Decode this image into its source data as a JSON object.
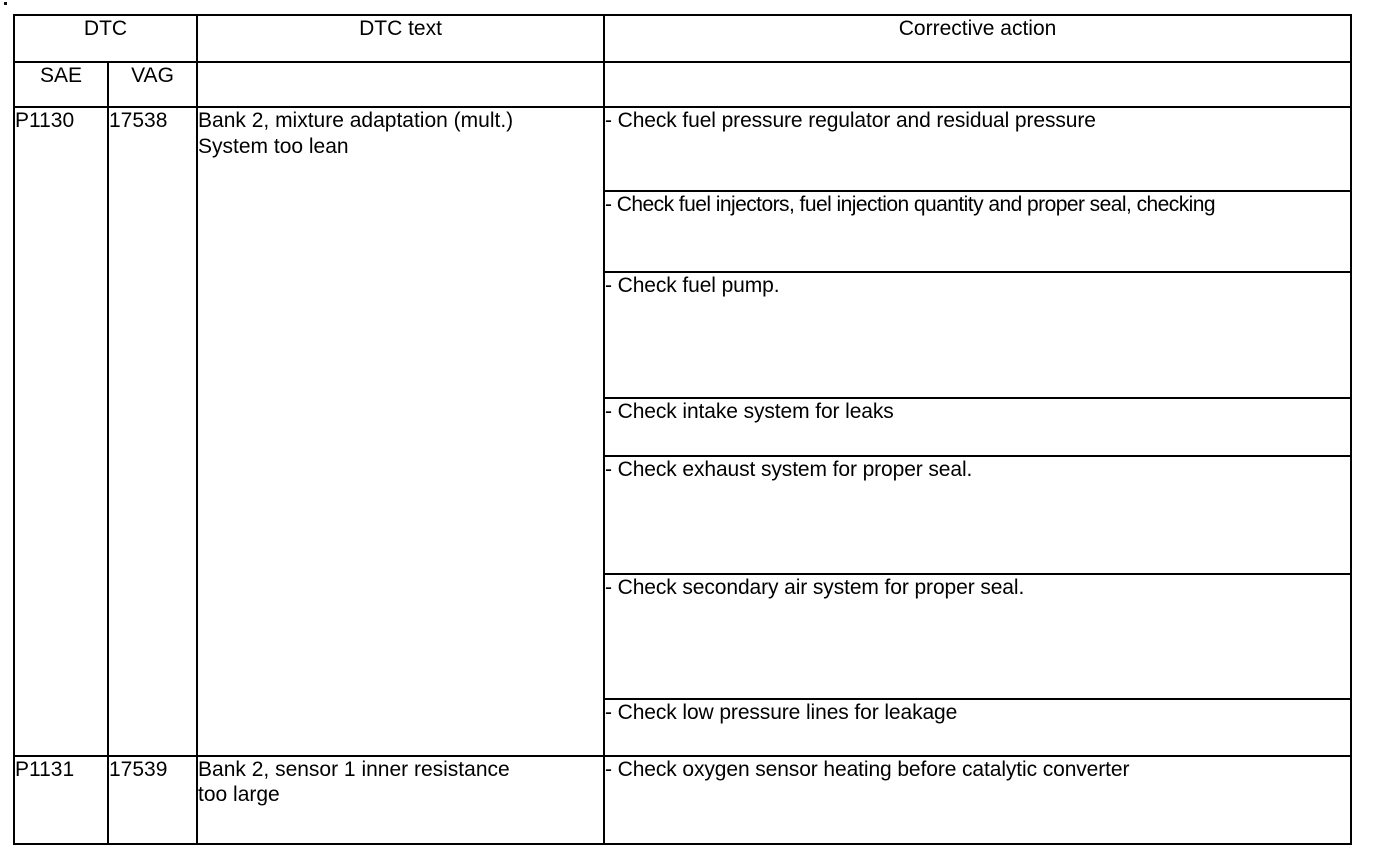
{
  "document": {
    "type": "dtc-fault-code-table",
    "title": "DTC fault code table"
  },
  "table": {
    "headers": {
      "group_dtc": "DTC",
      "group_dtc_text": "DTC text",
      "group_corrective_action": "Corrective action",
      "sub_sae": "SAE",
      "sub_vag": "VAG",
      "sub_dtc_text": "",
      "sub_corrective_action": ""
    },
    "rows": [
      {
        "sae": "P1130",
        "vag": "17538",
        "dtc_text_line1": "Bank 2, mixture adaptation (mult.)",
        "dtc_text_line2": "System too lean",
        "actions": [
          "- Check fuel pressure regulator and residual pressure",
          "- Check fuel injectors, fuel injection quantity and proper seal, checking",
          "- Check fuel pump.",
          "- Check intake system for leaks",
          "- Check exhaust system for proper seal.",
          "- Check secondary air system for proper seal.",
          "- Check low pressure lines for leakage"
        ]
      },
      {
        "sae": "P1131",
        "vag": "17539",
        "dtc_text_line1": "Bank 2, sensor 1 inner resistance",
        "dtc_text_line2": "too large",
        "actions": [
          "- Check oxygen sensor heating before catalytic converter"
        ]
      }
    ]
  },
  "colors": {
    "border": "#000000",
    "text": "#000000",
    "background": "#ffffff"
  }
}
